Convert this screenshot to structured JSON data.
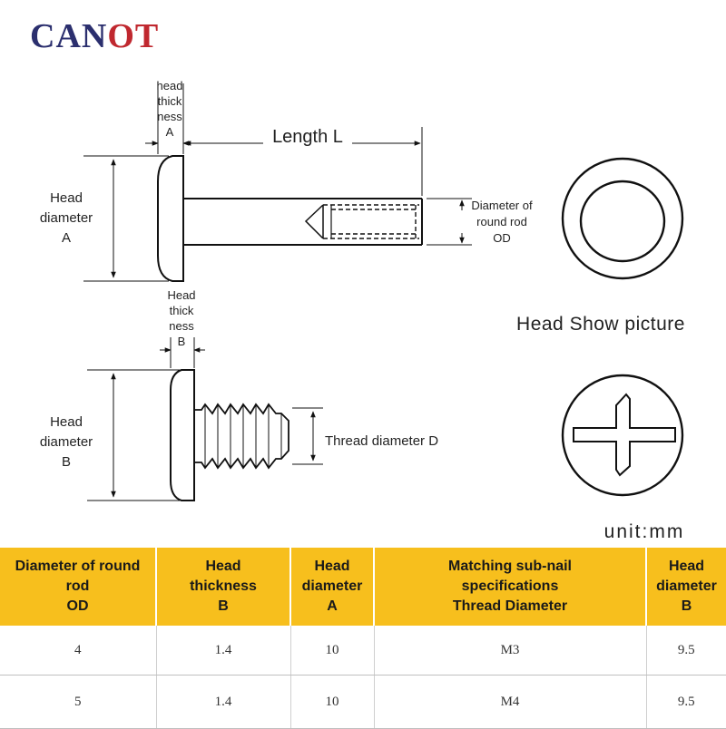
{
  "brand": {
    "logo_part1": "CAN",
    "logo_part2": "OT"
  },
  "diagram1": {
    "head_thickness": [
      "head",
      "thick",
      "ness",
      "A"
    ],
    "length": "Length L",
    "head_diameter": [
      "Head",
      "diameter",
      "A"
    ],
    "round_rod": [
      "Diameter of",
      "round rod",
      "OD"
    ]
  },
  "diagram2": {
    "head_thickness": [
      "Head",
      "thick",
      "ness",
      "B"
    ],
    "head_diameter": [
      "Head",
      "diameter",
      "B"
    ],
    "thread_diameter": "Thread diameter D"
  },
  "head_show_label": "Head Show picture",
  "unit_label": "unit:mm",
  "table": {
    "headers": [
      [
        "Diameter of round",
        "rod",
        "OD"
      ],
      [
        "Head",
        "thickness",
        "B"
      ],
      [
        "Head",
        "diameter",
        "A"
      ],
      [
        "Matching sub-nail",
        "specifications",
        "Thread Diameter"
      ],
      [
        "Head",
        "diameter",
        "B"
      ]
    ],
    "rows": [
      [
        "4",
        "1.4",
        "10",
        "M3",
        "9.5"
      ],
      [
        "5",
        "1.4",
        "10",
        "M4",
        "9.5"
      ]
    ]
  },
  "colors": {
    "header_bg": "#f7bf1d",
    "logo_red": "#c0282f",
    "logo_navy": "#2b2f6e",
    "line": "#111111"
  }
}
